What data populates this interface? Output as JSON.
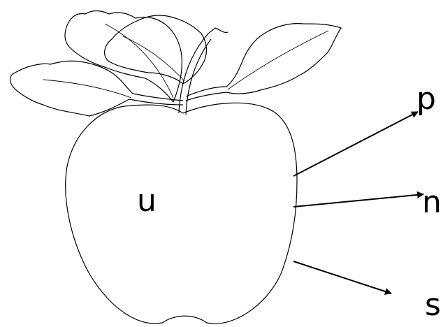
{
  "labels": {
    "u": "u",
    "p": "p",
    "n": "n",
    "s": "s"
  },
  "colors": {
    "ink": "#000000",
    "fill": "#ffffff"
  }
}
